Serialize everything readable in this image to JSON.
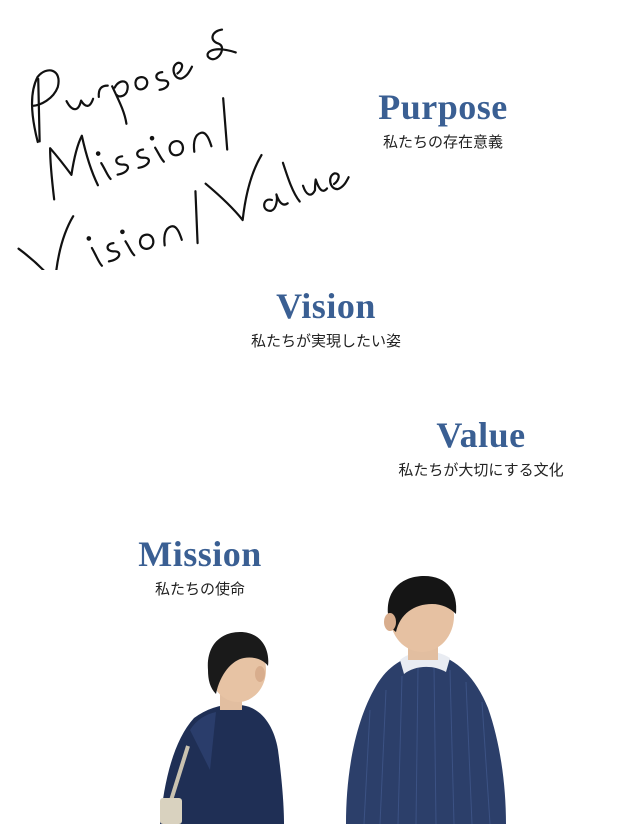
{
  "script_title": "Purpose & Mission / Vision / Value",
  "sections": {
    "purpose": {
      "heading": "Purpose",
      "sub": "私たちの存在意義"
    },
    "vision": {
      "heading": "Vision",
      "sub": "私たちが実現したい姿"
    },
    "value": {
      "heading": "Value",
      "sub": "私たちが大切にする文化"
    },
    "mission": {
      "heading": "Mission",
      "sub": "私たちの使命"
    }
  },
  "colors": {
    "heading": "#3a5f93",
    "text": "#222222",
    "background": "#ffffff"
  }
}
